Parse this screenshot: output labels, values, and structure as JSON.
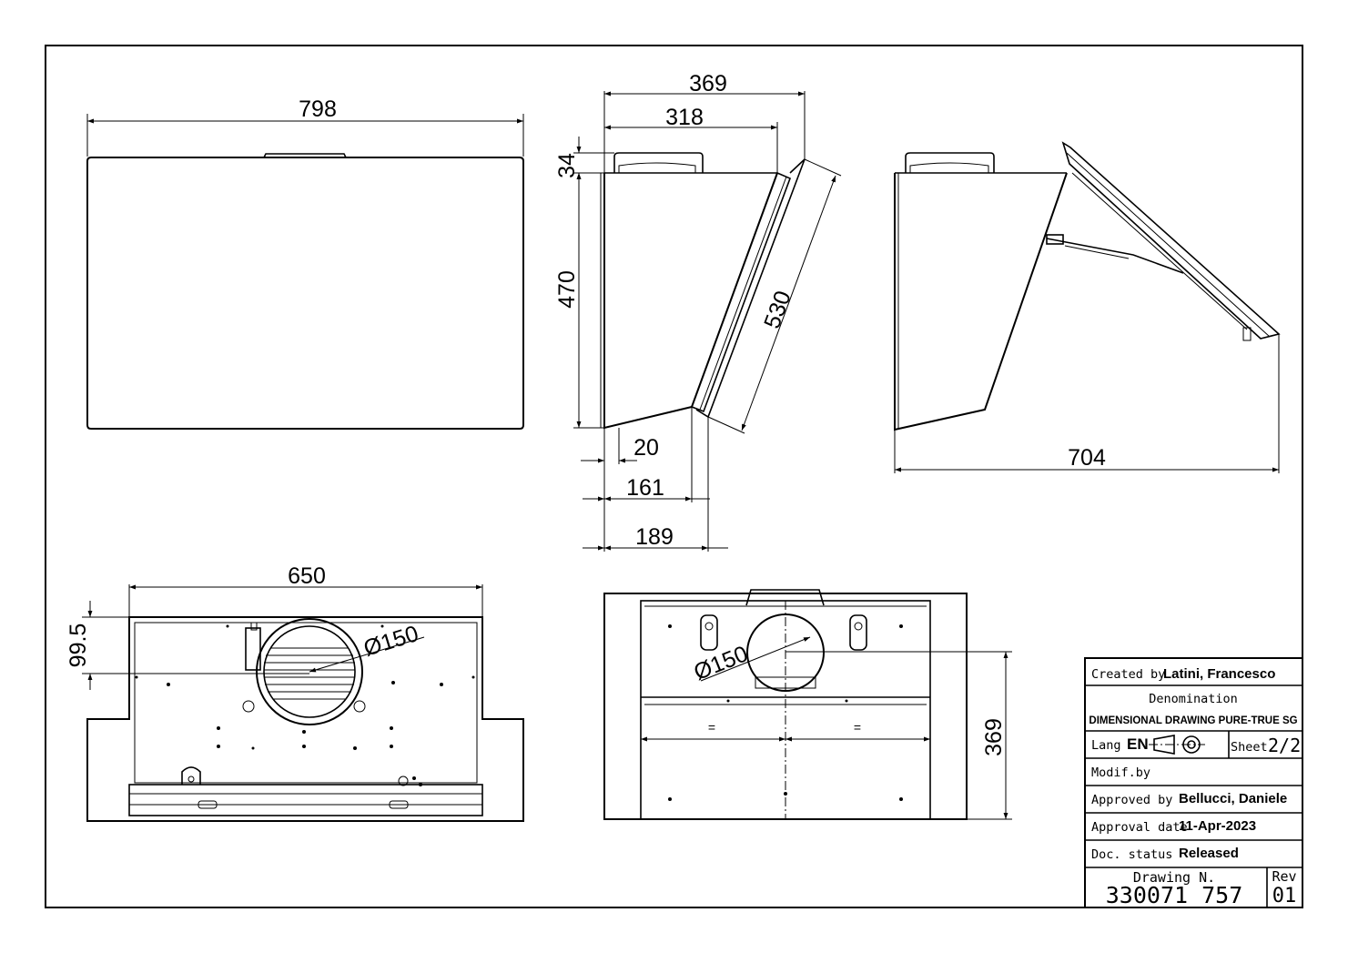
{
  "dimensions": {
    "front_width": "798",
    "side_depth_total": "369",
    "side_depth_body": "318",
    "motor_height": "34",
    "body_height": "470",
    "panel_length": "530",
    "offset_small": "20",
    "bottom_depth": "161",
    "bottom_total": "189",
    "open_depth": "704",
    "bottom_width": "650",
    "outlet_offset": "99.5",
    "outlet_diameter_bottom": "Ø150",
    "outlet_diameter_top": "Ø150",
    "top_depth": "369",
    "center_mark_left": "=",
    "center_mark_right": "="
  },
  "title_block": {
    "created_by_label": "Created by",
    "created_by_value": "Latini, Francesco",
    "denomination_label": "Denomination",
    "denomination_value": "DIMENSIONAL DRAWING PURE-TRUE SG",
    "lang_label": "Lang",
    "lang_value": "EN",
    "sheet_label": "Sheet",
    "sheet_value": "2/2",
    "modif_label": "Modif.by",
    "approved_label": "Approved by",
    "approved_value": "Bellucci, Daniele",
    "approval_date_label": "Approval date",
    "approval_date_value": "11-Apr-2023",
    "status_label": "Doc. status",
    "status_value": "Released",
    "drawing_label": "Drawing N.",
    "drawing_value": "330071_757",
    "rev_label": "Rev",
    "rev_value": "01"
  }
}
